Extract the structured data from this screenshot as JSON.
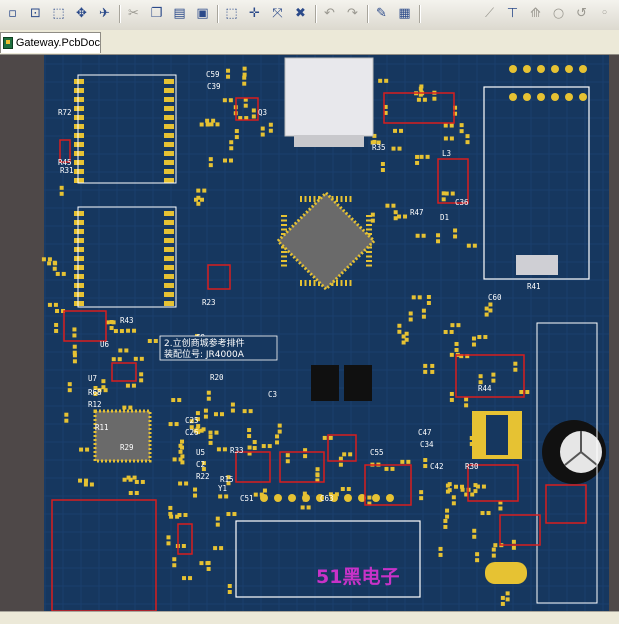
{
  "toolbar": {
    "buttons": [
      {
        "name": "open-icon",
        "glyph": "▫",
        "dim": false
      },
      {
        "name": "zoom-fit-icon",
        "glyph": "⊡",
        "dim": false
      },
      {
        "name": "zoom-area-icon",
        "glyph": "⬚",
        "dim": false
      },
      {
        "name": "zoom-selection-icon",
        "glyph": "✥",
        "dim": false
      },
      {
        "name": "filter-icon",
        "glyph": "✈",
        "dim": false
      },
      {
        "name": "cut-icon",
        "glyph": "✂",
        "dim": true
      },
      {
        "name": "copy-icon",
        "glyph": "❐",
        "dim": false
      },
      {
        "name": "paste-icon",
        "glyph": "▤",
        "dim": false
      },
      {
        "name": "rubber-stamp-icon",
        "glyph": "▣",
        "dim": false
      },
      {
        "name": "select-area-icon",
        "glyph": "⬚",
        "dim": false
      },
      {
        "name": "move-icon",
        "glyph": "✛",
        "dim": false
      },
      {
        "name": "move-selection-icon",
        "glyph": "⤧",
        "dim": false
      },
      {
        "name": "deselect-icon",
        "glyph": "✖",
        "dim": false
      },
      {
        "name": "undo-icon",
        "glyph": "↶",
        "dim": true
      },
      {
        "name": "redo-icon",
        "glyph": "↷",
        "dim": true
      },
      {
        "name": "cross-probe-icon",
        "glyph": "✎",
        "dim": false
      },
      {
        "name": "component-icon",
        "glyph": "▦",
        "dim": false
      },
      {
        "name": "route-interactive-icon",
        "glyph": "⟋",
        "dim": true
      },
      {
        "name": "route-multiple-icon",
        "glyph": "⊤",
        "dim": false
      },
      {
        "name": "route-differential-icon",
        "glyph": "⟰",
        "dim": true
      },
      {
        "name": "place-via-icon",
        "glyph": "○",
        "dim": true
      },
      {
        "name": "arc-icon",
        "glyph": "↺",
        "dim": true
      },
      {
        "name": "place-string-icon",
        "glyph": "◦",
        "dim": true
      }
    ]
  },
  "document_tab": {
    "label": "Gateway.PcbDoc"
  },
  "board": {
    "overlay_text": "51黑电子",
    "annotation_line1": "2.立创商城参考排件",
    "annotation_line2": "装配位号: JR4000A",
    "designators": [
      "Q3",
      "R72",
      "C59",
      "C39",
      "R31",
      "R23",
      "C9",
      "R20",
      "R35",
      "C47",
      "C25",
      "C26",
      "C42",
      "C34",
      "C36",
      "R41",
      "U6",
      "U7",
      "R68",
      "R12",
      "R11",
      "R15",
      "C51",
      "C63",
      "C55",
      "C60",
      "R44",
      "L3",
      "D1",
      "C3",
      "Y1",
      "U5",
      "C2",
      "R22",
      "R29",
      "R30",
      "R33",
      "R43",
      "R45",
      "R47"
    ],
    "colors": {
      "board": "#16375f",
      "pad": "#e6c233",
      "silkscreen": "#ffffff",
      "selection": "#d81e1e",
      "background": "#4e4848",
      "overlay_text": "#c832c8",
      "ic_body": "#6a6a6a"
    }
  }
}
